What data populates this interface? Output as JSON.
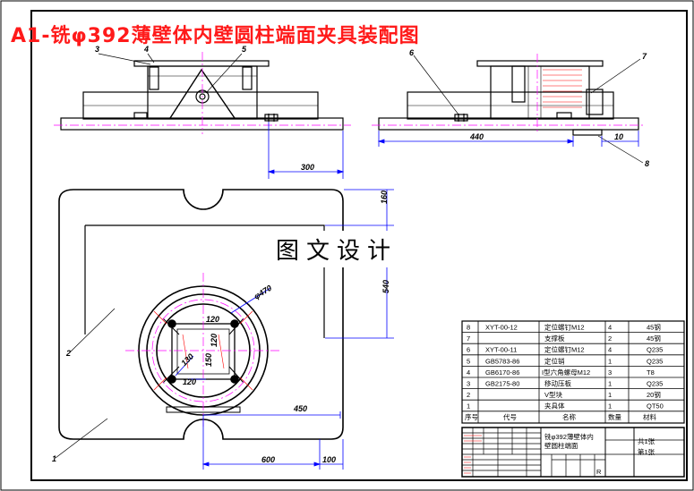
{
  "title": "A1-铣φ392薄壁体内壁圆柱端面夹具装配图",
  "watermark": "图文设计",
  "colors": {
    "title": "#ff1a1a",
    "line": "#000000",
    "centerline": "#ff00ff",
    "dimension": "#0000ff",
    "hatch": "#ff0000"
  },
  "dimensions": {
    "d300": "300",
    "d160": "160",
    "d540": "540",
    "d450": "450",
    "d600": "600",
    "d100": "100",
    "d470": "φ470",
    "d120a": "120",
    "d120b": "120",
    "d150": "150",
    "d130": "130",
    "d120c": "120",
    "d440": "440",
    "d10": "10"
  },
  "balloons": {
    "b1": "1",
    "b2": "2",
    "b3": "3",
    "b4": "4",
    "b5": "5",
    "b6": "6",
    "b7": "7",
    "b8": "8"
  },
  "bom": {
    "rows": [
      {
        "no": "8",
        "code": "XYT-00-12",
        "name": "定位螺钉M12",
        "qty": "4",
        "mat": "45钢"
      },
      {
        "no": "7",
        "code": "",
        "name": "支撑板",
        "qty": "2",
        "mat": "45钢"
      },
      {
        "no": "6",
        "code": "XYT-00-11",
        "name": "定位螺钉M12",
        "qty": "4",
        "mat": "Q235"
      },
      {
        "no": "5",
        "code": "GB5783-86",
        "name": "定位销",
        "qty": "1",
        "mat": "Q235"
      },
      {
        "no": "4",
        "code": "GB6170-86",
        "name": "I型六角螺母M12",
        "qty": "3",
        "mat": "T8"
      },
      {
        "no": "3",
        "code": "GB2175-80",
        "name": "移动压板",
        "qty": "1",
        "mat": "Q235"
      },
      {
        "no": "2",
        "code": "",
        "name": "V型块",
        "qty": "1",
        "mat": "20钢"
      },
      {
        "no": "1",
        "code": "",
        "name": "夹具体",
        "qty": "1",
        "mat": "QT50"
      }
    ],
    "header": {
      "no": "序号",
      "code": "代号",
      "name": "名称",
      "qty": "数量",
      "mat": "材料"
    }
  },
  "titleblock": {
    "part_name_line1": "铣φ392薄壁体内",
    "part_name_line2": "壁圆柱端面",
    "sheets_total": "共1张",
    "sheet_no": "第1张",
    "scale_marker": "R"
  }
}
